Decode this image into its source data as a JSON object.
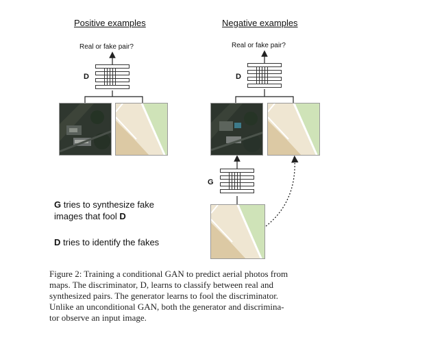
{
  "positive": {
    "heading": "Positive examples",
    "question": "Real or fake pair?",
    "net_label": "D"
  },
  "negative": {
    "heading": "Negative examples",
    "question": "Real or fake pair?",
    "net_label": "D",
    "generator_label": "G"
  },
  "notes": {
    "g_line1_bold": "G",
    "g_line1_rest": " tries to synthesize fake",
    "g_line2_rest": "images that fool ",
    "g_line2_bold": "D",
    "d_line_bold": "D",
    "d_line_rest": " tries to identify the fakes"
  },
  "caption": {
    "lines": [
      "Figure 2: Training a conditional GAN to predict aerial photos from",
      "maps.  The discriminator, D, learns to classify between real and",
      "synthesized pairs.  The generator learns to fool the discriminator.",
      "Unlike an unconditional GAN, both the generator and discrimina-",
      "tor observe an input image."
    ]
  },
  "colors": {
    "map_land": "#efe6d2",
    "map_sand": "#dcc9a4",
    "map_green": "#cfe3b8",
    "map_road": "#ffffff",
    "photo_dark": "#2b332c"
  }
}
